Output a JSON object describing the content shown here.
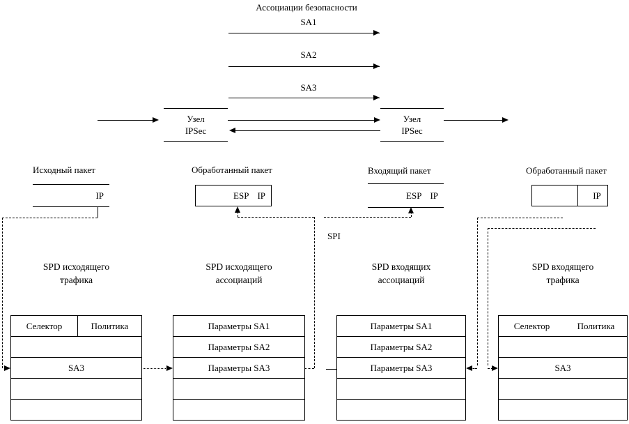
{
  "diagram": {
    "title": "Ассоциации безопасности",
    "security_associations": [
      {
        "label": "SA1"
      },
      {
        "label": "SA2"
      },
      {
        "label": "SA3"
      }
    ],
    "nodes": {
      "left": {
        "line1": "Узел",
        "line2": "IPSec"
      },
      "right": {
        "line1": "Узел",
        "line2": "IPSec"
      }
    },
    "spi_label": "SPI",
    "packets": [
      {
        "label": "Исходный пакет",
        "fields": [
          "IP"
        ]
      },
      {
        "label": "Обработанный пакет",
        "fields": [
          "ESP",
          "IP"
        ]
      },
      {
        "label": "Входящий пакет",
        "fields": [
          "ESP",
          "IP"
        ]
      },
      {
        "label": "Обработанный пакет",
        "fields": [
          "",
          "IP"
        ]
      }
    ],
    "tables": [
      {
        "title_line1": "SPD исходящего",
        "title_line2": "трафика",
        "header": {
          "col1": "Селектор",
          "col2": "Политика"
        },
        "rows": [
          "",
          "SA3",
          "",
          ""
        ]
      },
      {
        "title_line1": "SPD исходящего",
        "title_line2": "ассоциаций",
        "rows": [
          "Параметры SA1",
          "Параметры SA2",
          "Параметры SA3",
          "",
          ""
        ]
      },
      {
        "title_line1": "SPD входящих",
        "title_line2": "ассоциаций",
        "rows": [
          "Параметры SA1",
          "Параметры SA2",
          "Параметры SA3",
          "",
          ""
        ]
      },
      {
        "title_line1": "SPD входящего",
        "title_line2": "трафика",
        "header": {
          "col1": "Селектор",
          "col2": "Политика"
        },
        "rows": [
          "",
          "SA3",
          "",
          ""
        ]
      }
    ]
  }
}
